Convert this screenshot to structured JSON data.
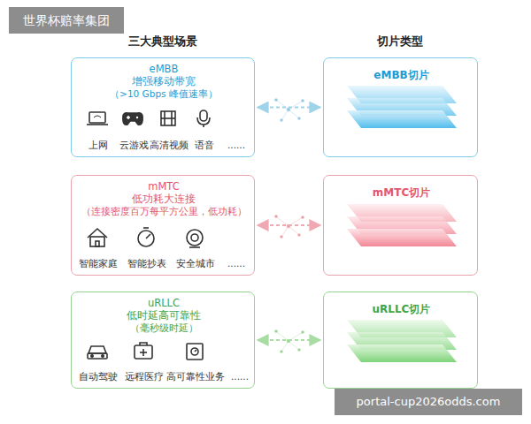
{
  "diagram": {
    "nodes": [
      {
        "text": [
          "eMBB",
          "增强移动带宽",
          "（>10 Gbps 峰值速率）",
          "上网",
          "云游戏",
          "高清视频",
          "语音",
          "......"
        ]
      },
      {
        "text": [
          "eMBB切片"
        ]
      },
      {
        "text": [
          "mMTC",
          "低功耗大连接",
          "（连接密度百万每平方公里，低功耗）",
          "智能家庭",
          "智能抄表",
          "安全城市",
          "......"
        ]
      },
      {
        "text": [
          "mMTC切片"
        ]
      },
      {
        "text": [
          "uRLLC",
          "低时延高可靠性",
          "（毫秒级时延）",
          "自动驾驶",
          "远程医疗",
          "高可靠性业务",
          "......"
        ]
      },
      {
        "text": [
          "uRLLC切片"
        ]
      }
    ],
    "edges": [
      {
        "from": 0,
        "to": 1,
        "arrow": "both"
      },
      {
        "from": 2,
        "to": 3,
        "arrow": "both"
      },
      {
        "from": 4,
        "to": 5,
        "arrow": "both"
      }
    ],
    "labels": [
      "世界杯赔率集团",
      "三大典型场景",
      "切片类型",
      "portal-cup2026odds.com"
    ]
  }
}
